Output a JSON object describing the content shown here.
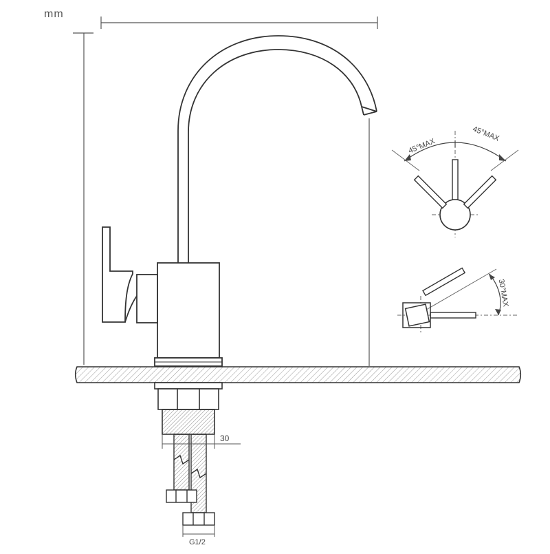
{
  "diagram": {
    "unit": "mm",
    "hose_width_label": "30",
    "thread_label": "G1/2",
    "swivel_left_label": "45°MAX",
    "swivel_right_label": "45°MAX",
    "tilt_label": "30°MAX"
  },
  "colors": {
    "line": "#333333",
    "dimension": "#555555",
    "hatch": "#777777",
    "light": "#bbbbbb"
  }
}
